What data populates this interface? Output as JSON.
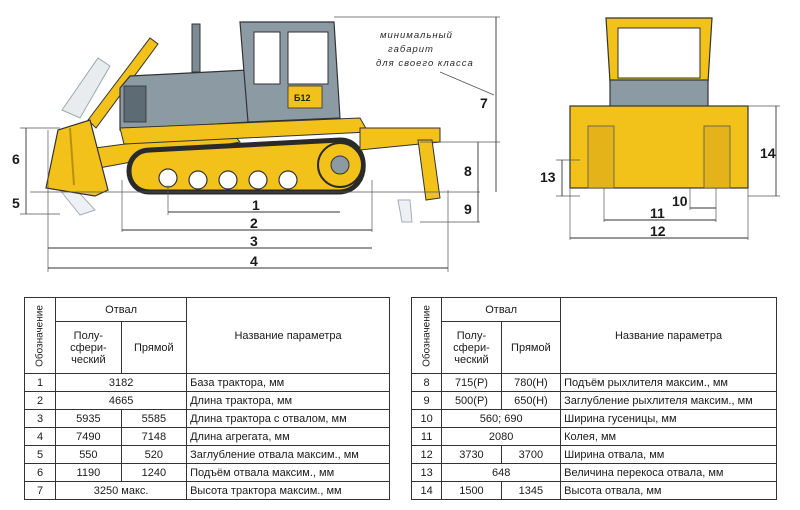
{
  "note": {
    "line1": "минимальный",
    "line2": "габарит",
    "line3": "для своего класса"
  },
  "model_plate": "Б12",
  "dimension_labels": [
    "1",
    "2",
    "3",
    "4",
    "5",
    "6",
    "7",
    "8",
    "9",
    "10",
    "11",
    "12",
    "13",
    "14"
  ],
  "colors": {
    "body": "#f2c21b",
    "cab": "#8c9aa4",
    "track": "#2a2a2a",
    "lines": "#555555"
  },
  "table_left": {
    "header_designation": "Обозначение",
    "header_blade": "Отвал",
    "header_semi": "Полу-сфери-ческий",
    "header_straight": "Прямой",
    "header_param": "Название параметра",
    "rows": [
      {
        "n": "1",
        "a": "3182",
        "b": "",
        "merged": true,
        "p": "База трактора, мм"
      },
      {
        "n": "2",
        "a": "4665",
        "b": "",
        "merged": true,
        "p": "Длина трактора, мм"
      },
      {
        "n": "3",
        "a": "5935",
        "b": "5585",
        "merged": false,
        "p": "Длина трактора с отвалом, мм"
      },
      {
        "n": "4",
        "a": "7490",
        "b": "7148",
        "merged": false,
        "p": "Длина агрегата, мм"
      },
      {
        "n": "5",
        "a": "550",
        "b": "520",
        "merged": false,
        "p": "Заглубление отвала максим., мм"
      },
      {
        "n": "6",
        "a": "1190",
        "b": "1240",
        "merged": false,
        "p": "Подъём отвала максим., мм"
      },
      {
        "n": "7",
        "a": "3250 макс.",
        "b": "",
        "merged": true,
        "p": "Высота трактора максим., мм"
      }
    ]
  },
  "table_right": {
    "header_designation": "Обозначение",
    "header_blade": "Отвал",
    "header_semi": "Полу-сфери-ческий",
    "header_straight": "Прямой",
    "header_param": "Название параметра",
    "rows": [
      {
        "n": "8",
        "a": "715(Р)",
        "b": "780(Н)",
        "merged": false,
        "p": "Подъём рыхлителя максим., мм"
      },
      {
        "n": "9",
        "a": "500(Р)",
        "b": "650(Н)",
        "merged": false,
        "p": "Заглубление рыхлителя максим., мм"
      },
      {
        "n": "10",
        "a": "560; 690",
        "b": "",
        "merged": true,
        "p": "Ширина гусеницы, мм"
      },
      {
        "n": "11",
        "a": "2080",
        "b": "",
        "merged": true,
        "p": "Колея, мм"
      },
      {
        "n": "12",
        "a": "3730",
        "b": "3700",
        "merged": false,
        "p": "Ширина отвала, мм"
      },
      {
        "n": "13",
        "a": "648",
        "b": "",
        "merged": true,
        "p": "Величина перекоса отвала, мм"
      },
      {
        "n": "14",
        "a": "1500",
        "b": "1345",
        "merged": false,
        "p": "Высота отвала, мм"
      }
    ]
  }
}
